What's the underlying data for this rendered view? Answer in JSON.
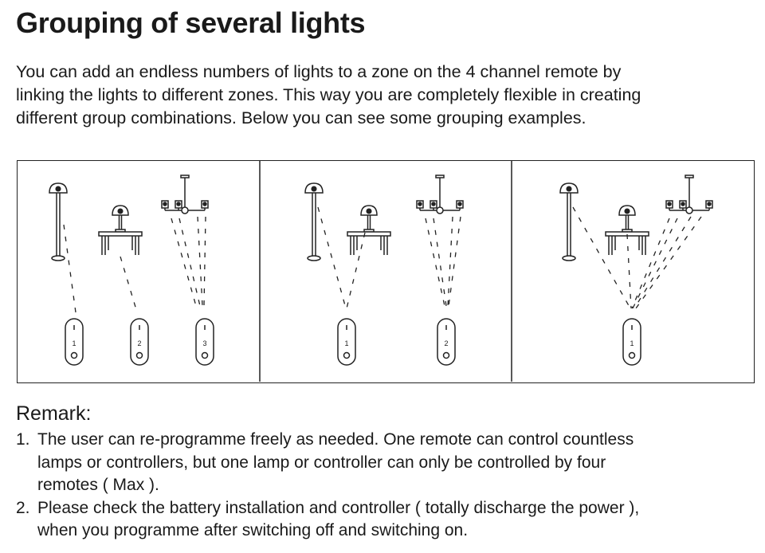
{
  "title": "Grouping of several lights",
  "intro_lines": [
    "You can add an endless numbers of lights to a zone on the 4 channel remote by",
    "linking the lights to different zones. This way you are completely flexible in creating",
    "different group combinations. Below you can see some grouping examples."
  ],
  "diagram": {
    "panels": [
      {
        "remotes": [
          "1",
          "2",
          "3"
        ]
      },
      {
        "remotes": [
          "1",
          "2"
        ]
      },
      {
        "remotes": [
          "1"
        ]
      }
    ]
  },
  "remark": {
    "heading": "Remark:",
    "items": [
      {
        "num": "1.",
        "lines": [
          "The user can re-programme freely as needed. One remote can control countless",
          "lamps or controllers, but one lamp or controller can only be controlled by four",
          "remotes ( Max )."
        ]
      },
      {
        "num": "2.",
        "lines": [
          "Please check the battery installation and controller ( totally  discharge the power ),",
          "when you programme after switching off and switching on."
        ]
      }
    ]
  }
}
